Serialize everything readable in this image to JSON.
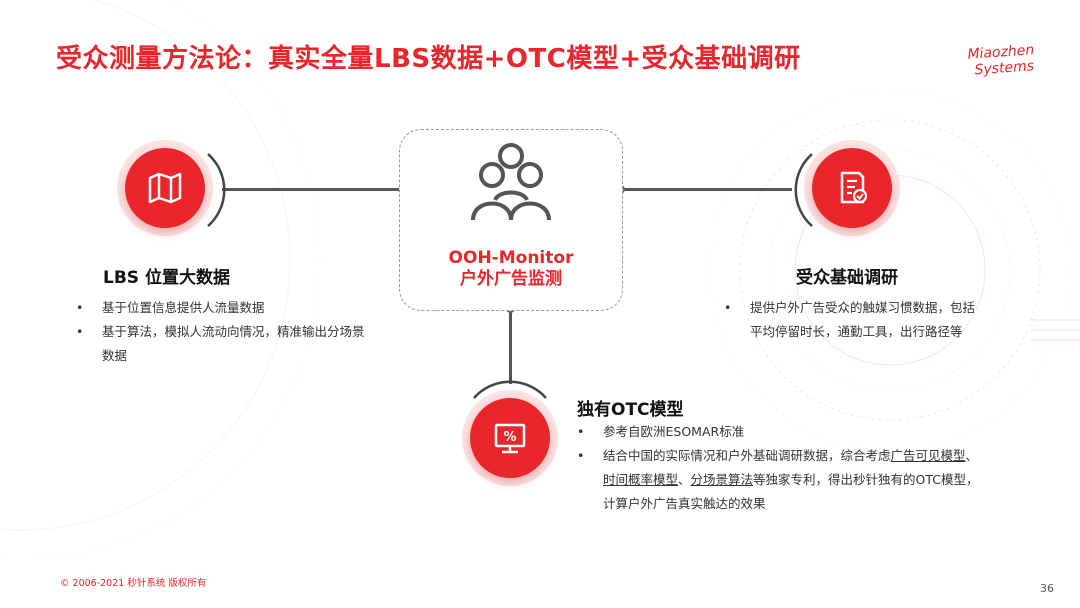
{
  "header": {
    "title": "受众测量方法论：真实全量LBS数据+OTC模型+受众基础调研",
    "logo_line1": "Miaozhen",
    "logo_line2": "Systems"
  },
  "center": {
    "title_en": "OOH-Monitor",
    "title_cn": "户外广告监测",
    "icon": "people-group-icon"
  },
  "lbs": {
    "title": "LBS 位置大数据",
    "icon": "map-icon",
    "bullets": [
      "基于位置信息提供人流量数据",
      "基于算法，模拟人流动向情况，精准输出分场景",
      "数据"
    ]
  },
  "survey": {
    "title": "受众基础调研",
    "icon": "checklist-icon",
    "bullets": [
      "提供户外广告受众的触媒习惯数据，包括",
      "平均停留时长，通勤工具，出行路径等"
    ]
  },
  "otc": {
    "title": "独有OTC模型",
    "icon": "percent-monitor-icon",
    "bullet1": "参考自欧洲ESOMAR标准",
    "bullet2": {
      "p1": "结合中国的实际情况和户外基础调研数据，综合考虑",
      "u1": "广告可见模型",
      "p2": "、",
      "u2": "时间概率模型",
      "p3": "、",
      "u3": "分场景算法",
      "p4": "等独家专利，得出秒针独有的OTC模型，",
      "p5": "计算户外广告真实触达的效果"
    }
  },
  "footer": {
    "copyright": "© 2006-2021 秒针系统 版权所有",
    "page": "36"
  },
  "colors": {
    "accent": "#e8262b",
    "light_accent": "#fbe4e4"
  }
}
